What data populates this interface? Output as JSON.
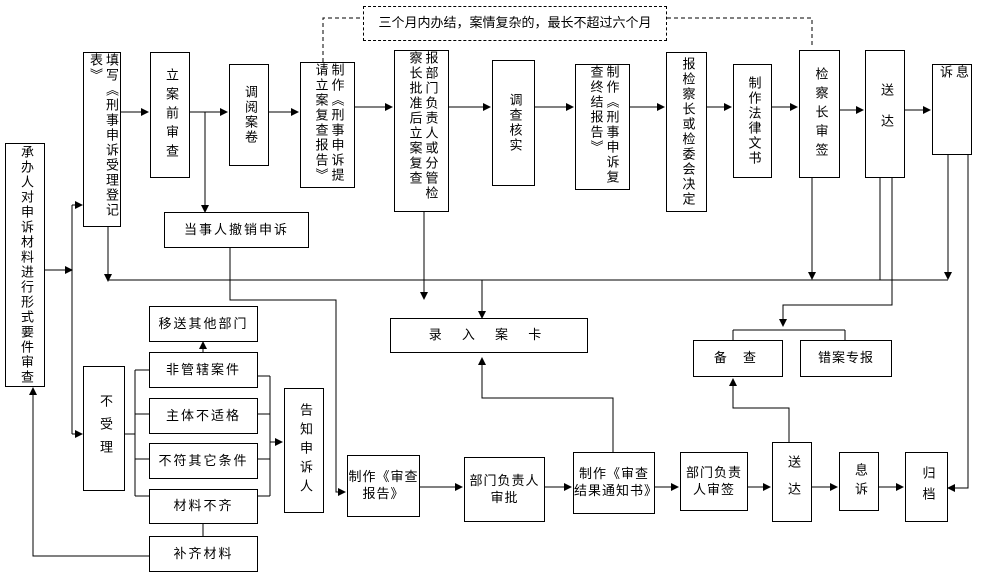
{
  "note": "三个月内办结，案情复杂的，最长不超过六个月",
  "nodes": {
    "formal_review": "承办人对申诉材料进行形式要件审查",
    "register_form": "填写《刑事申诉受理登记表》",
    "pre_case_review": "立案前审查",
    "read_files": "调阅案卷",
    "retrial_report": "制作《刑事申诉提请立案复查报告》",
    "dept_head_approval": "报部门负责人或分管检察长批准后立案复查",
    "investigate": "调查核实",
    "review_end_report": "制作《刑事申诉复查终结报告》",
    "chief_decision": "报检察长或检委会决定",
    "legal_docs": "制作法律文书",
    "chief_sign": "检察长审签",
    "deliver_top": "送达",
    "close_top": "息诉",
    "party_withdraw": "当事人撤销申诉",
    "record_card": "录 入 案 卡",
    "transfer": "移送其他部门",
    "not_accept": "不受理",
    "not_jurisdiction": "非管辖案件",
    "unqualified": "主体不适格",
    "other_conditions": "不符其它条件",
    "incomplete": "材料不齐",
    "supplement": "补齐材料",
    "notify": "告知申诉人",
    "make_report": "制作《审查报告》",
    "dept_approve": "部门负责人审批",
    "result_notice": "制作《审查结果通知书》",
    "dept_sign": "部门负责人审签",
    "deliver_bottom": "送达",
    "close_bottom": "息诉",
    "archive": "归档",
    "filing": "备 查",
    "misjudged_report": "错案专报"
  }
}
